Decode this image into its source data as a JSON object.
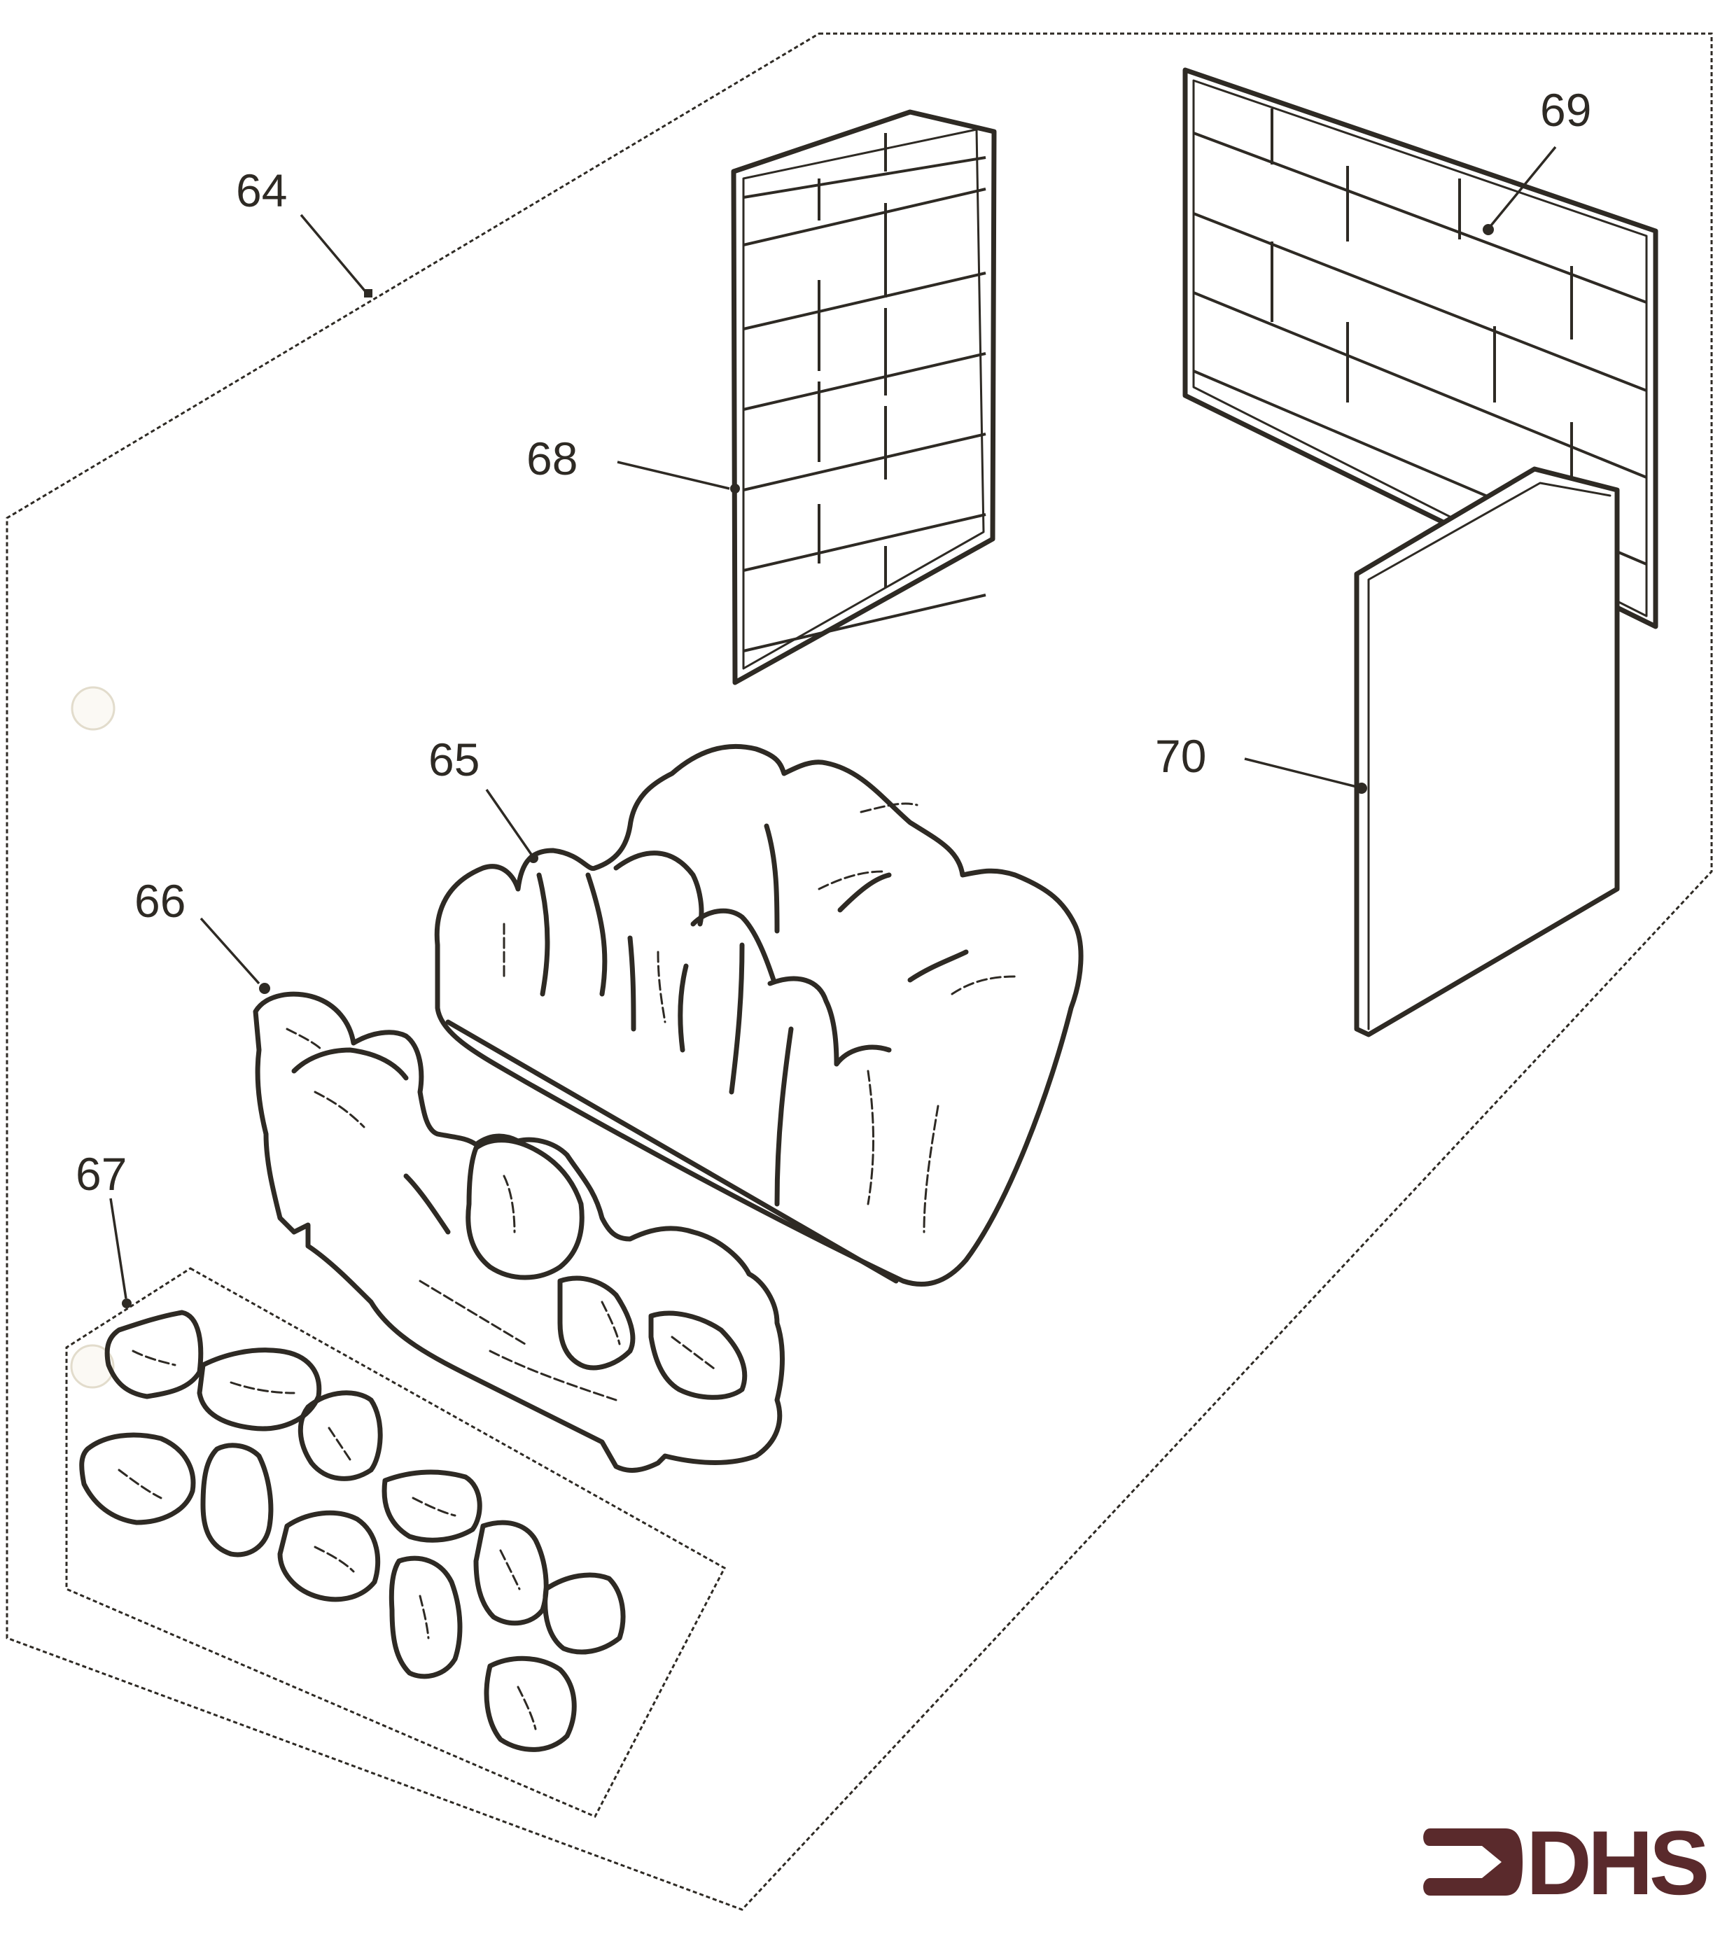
{
  "diagram": {
    "title": "Fireplace fuel bed and liner parts exploded view",
    "parts": [
      {
        "number": "64",
        "description": "fuel effect / liner kit (dashed boundary)"
      },
      {
        "number": "65",
        "description": "rear log set"
      },
      {
        "number": "66",
        "description": "front log set"
      },
      {
        "number": "67",
        "description": "pebble / coal set"
      },
      {
        "number": "68",
        "description": "left side brick panel"
      },
      {
        "number": "69",
        "description": "rear brick panel"
      },
      {
        "number": "70",
        "description": "right side plain panel"
      }
    ],
    "labels": {
      "p64": "64",
      "p65": "65",
      "p66": "66",
      "p67": "67",
      "p68": "68",
      "p69": "69",
      "p70": "70"
    }
  },
  "logo": {
    "text": "DHS",
    "icon": "arrow-into-bracket-icon",
    "color": "#5a2a2c"
  },
  "colors": {
    "ink": "#2e2a24",
    "paper": "#ffffff"
  }
}
